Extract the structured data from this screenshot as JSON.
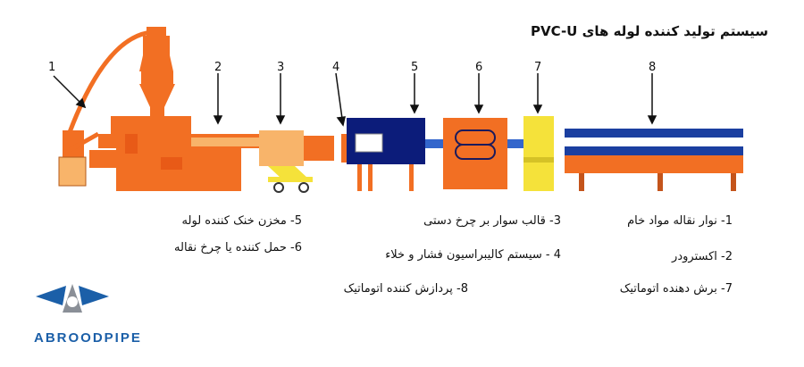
{
  "title": "سیستم تولید کننده لوله های PVC-U",
  "callouts": [
    "1",
    "2",
    "3",
    "4",
    "5",
    "6",
    "7",
    "8"
  ],
  "legend": {
    "col_right": [
      "1- نوار نقاله مواد خام",
      "2- اکسترودر",
      "7- برش دهنده اتوماتیک"
    ],
    "col_mid": [
      "3- قالب سوار بر چرخ دستی",
      "4 - سیستم کالیبراسیون فشار و خلاء",
      "8- پردازش کننده اتوماتیک"
    ],
    "col_left": [
      "5- مخزن خنک کننده لوله",
      "6- حمل کننده یا چرخ نقاله"
    ]
  },
  "brand": "ABROODPIPE",
  "colors": {
    "machine_orange": "#f26f23",
    "machine_yellow": "#f5e23a",
    "tank_blue": "#0c1c7a",
    "pipe_blue": "#3366cc",
    "light_orange": "#f8b46a",
    "logo_blue": "#1b5fa8",
    "logo_gray": "#8a8f97"
  },
  "icons": [
    "arrow-icon",
    "logo-icon"
  ]
}
